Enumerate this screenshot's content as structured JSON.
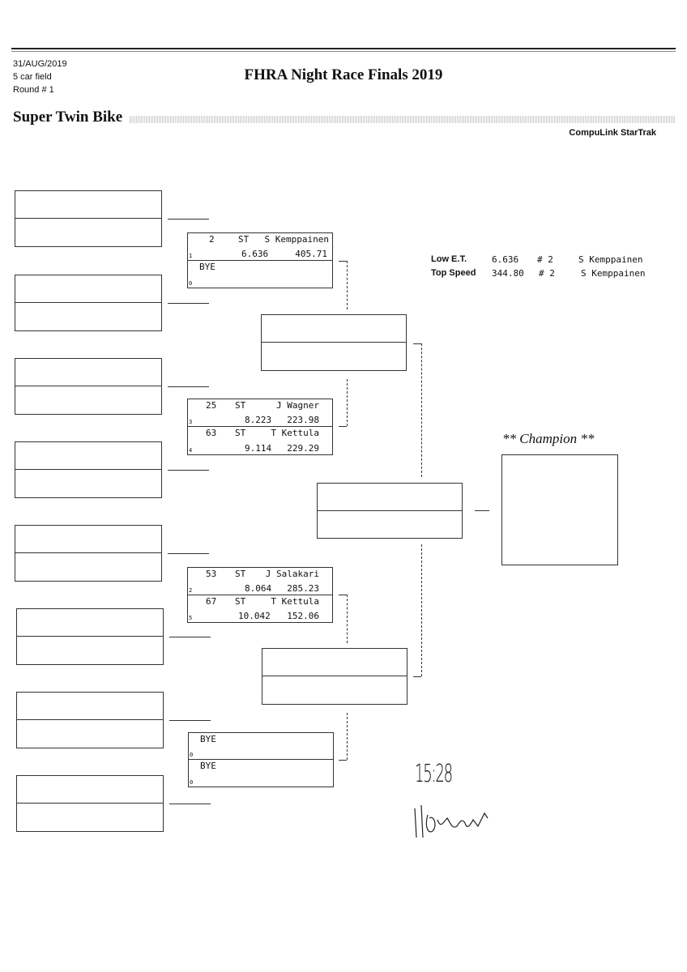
{
  "header": {
    "date": "31/AUG/2019",
    "field": "5 car field",
    "round": "Round # 1",
    "title": "FHRA Night Race Finals 2019",
    "class_name": "Super Twin Bike",
    "software": "CompuLink StarTrak"
  },
  "round1": [
    {
      "top": {
        "num": "2",
        "cls": "ST",
        "name": "S Kemppainen",
        "seed": "1",
        "et": "6.636",
        "speed": "405.71"
      },
      "bottom": {
        "num": "",
        "cls": "",
        "name": "BYE",
        "seed": "0",
        "et": "",
        "speed": ""
      }
    },
    {
      "top": {
        "num": "25",
        "cls": "ST",
        "name": "J Wagner",
        "seed": "3",
        "et": "8.223",
        "speed": "223.98"
      },
      "bottom": {
        "num": "63",
        "cls": "ST",
        "name": "T Kettula",
        "seed": "4",
        "et": "9.114",
        "speed": "229.29"
      }
    },
    {
      "top": {
        "num": "53",
        "cls": "ST",
        "name": "J Salakari",
        "seed": "2",
        "et": "8.064",
        "speed": "285.23"
      },
      "bottom": {
        "num": "67",
        "cls": "ST",
        "name": "T Kettula",
        "seed": "5",
        "et": "10.042",
        "speed": "152.06"
      }
    },
    {
      "top": {
        "num": "",
        "cls": "",
        "name": "BYE",
        "seed": "0",
        "et": "",
        "speed": ""
      },
      "bottom": {
        "num": "",
        "cls": "",
        "name": "BYE",
        "seed": "0",
        "et": "",
        "speed": ""
      }
    }
  ],
  "stats": {
    "low_et": {
      "label": "Low  E.T.",
      "value": "6.636",
      "car": "# 2",
      "name": "S Kemppainen"
    },
    "top_speed": {
      "label": "Top Speed",
      "value": "344.80",
      "car": "# 2",
      "name": "S Kemppainen"
    }
  },
  "champion_label": "** Champion **",
  "handwritten_time": "15:28",
  "signature": "signature"
}
